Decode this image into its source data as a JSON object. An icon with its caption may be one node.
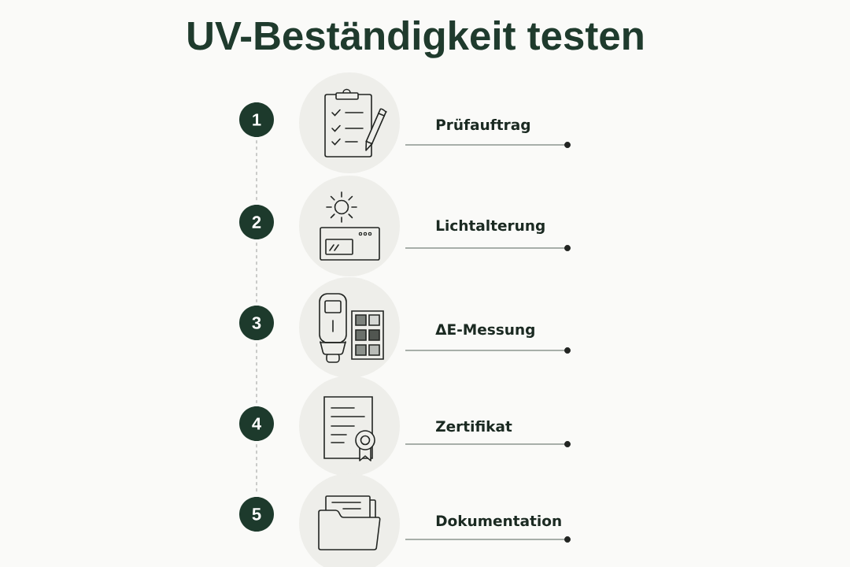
{
  "diagram": {
    "title": "UV-Beständigkeit testen",
    "nodes": [
      {
        "text": [
          "1"
        ]
      },
      {
        "text": [],
        "shape": "picture",
        "beside": [
          "Prüfauftrag"
        ]
      },
      {
        "text": [
          "2"
        ]
      },
      {
        "text": [],
        "shape": "picture",
        "beside": [
          "Lichtalterung"
        ]
      },
      {
        "text": [
          "3"
        ]
      },
      {
        "text": [],
        "shape": "picture",
        "beside": [
          "ΔE-Messung"
        ]
      },
      {
        "text": [
          "4"
        ]
      },
      {
        "text": [],
        "shape": "picture",
        "beside": [
          "Zertifikat"
        ]
      },
      {
        "text": [
          "5"
        ]
      },
      {
        "text": [],
        "shape": "picture",
        "beside": [
          "Dokumentation"
        ]
      }
    ],
    "edges": [
      {
        "from": 0,
        "to": 2,
        "arrow": "none",
        "style": "dashed"
      },
      {
        "from": 2,
        "to": 4,
        "arrow": "none",
        "style": "dashed"
      },
      {
        "from": 4,
        "to": 6,
        "arrow": "none",
        "style": "dashed"
      },
      {
        "from": 6,
        "to": 8,
        "arrow": "none",
        "style": "dashed"
      }
    ]
  }
}
